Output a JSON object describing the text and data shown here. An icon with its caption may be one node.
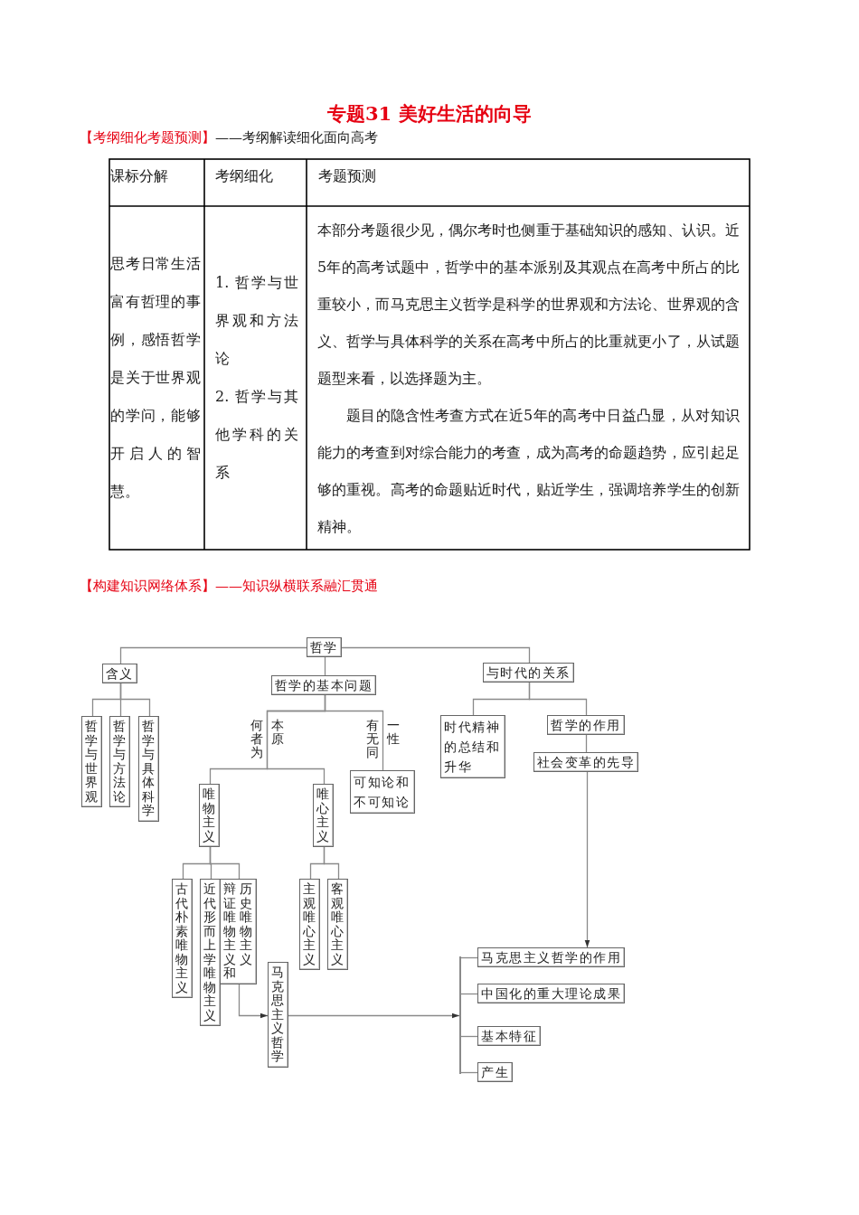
{
  "diagram": {
    "title": "专题31 美好生活的向导",
    "nodes": [
      {
        "text": [
          "哲学"
        ]
      },
      {
        "text": [
          "含义"
        ]
      },
      {
        "text": [
          "哲学的基本问题"
        ]
      },
      {
        "text": [
          "与时代的关系"
        ]
      },
      {
        "text": [
          "哲学与世界观"
        ]
      },
      {
        "text": [
          "哲学与方法论"
        ]
      },
      {
        "text": [
          "哲学与具体科学"
        ]
      },
      {
        "text": [
          "时代精神的总结和升华"
        ]
      },
      {
        "text": [
          "哲学的作用"
        ]
      },
      {
        "text": [
          "唯物主义"
        ]
      },
      {
        "text": [
          "唯心主义"
        ]
      },
      {
        "text": [
          "可知论和不可知论"
        ]
      },
      {
        "text": [
          "社会变革的先导"
        ]
      },
      {
        "text": [
          "古代朴素唯物主义"
        ]
      },
      {
        "text": [
          "近代形而上学唯物主义"
        ]
      },
      {
        "text": [
          "辩证唯物主义和历史唯物主义"
        ]
      },
      {
        "text": [
          "主观唯心主义"
        ]
      },
      {
        "text": [
          "客观唯心主义"
        ]
      },
      {
        "text": [
          "马克思主义哲学"
        ]
      },
      {
        "text": [],
        "shape": "bar"
      },
      {
        "text": [
          "马克思主义哲学的作用"
        ]
      },
      {
        "text": [
          "中国化的重大理论成果"
        ]
      },
      {
        "text": [
          "基本特征"
        ]
      },
      {
        "text": [
          "产生"
        ]
      }
    ],
    "edges": [
      {
        "from": 0,
        "to": 1,
        "arrow": "none"
      },
      {
        "from": 0,
        "to": 2,
        "arrow": "none"
      },
      {
        "from": 0,
        "to": 3,
        "arrow": "none"
      },
      {
        "from": 1,
        "to": 4,
        "arrow": "none"
      },
      {
        "from": 1,
        "to": 5,
        "arrow": "none"
      },
      {
        "from": 1,
        "to": 6,
        "arrow": "none"
      },
      {
        "from": 2,
        "to": 9,
        "label": "何者为本原",
        "arrow": "none"
      },
      {
        "from": 2,
        "to": 10,
        "arrow": "none"
      },
      {
        "from": 2,
        "to": 11,
        "label": "有无同一性",
        "arrow": "none"
      },
      {
        "from": 3,
        "to": 7,
        "arrow": "none"
      },
      {
        "from": 3,
        "to": 8,
        "arrow": "none"
      },
      {
        "from": 8,
        "to": 12,
        "arrow": "none"
      },
      {
        "from": 9,
        "to": 13,
        "arrow": "none"
      },
      {
        "from": 9,
        "to": 14,
        "arrow": "none"
      },
      {
        "from": 9,
        "to": 15,
        "arrow": "none"
      },
      {
        "from": 10,
        "to": 16,
        "arrow": "none"
      },
      {
        "from": 10,
        "to": 17,
        "arrow": "none"
      },
      {
        "from": 15,
        "to": 18,
        "arrow": "to"
      },
      {
        "from": 12,
        "to": 20,
        "arrow": "to"
      },
      {
        "from": 18,
        "to": 19,
        "arrow": "to"
      },
      {
        "from": 19,
        "to": 20,
        "arrow": "none"
      },
      {
        "from": 19,
        "to": 21,
        "arrow": "none"
      },
      {
        "from": 19,
        "to": 22,
        "arrow": "none"
      },
      {
        "from": 19,
        "to": 23,
        "arrow": "none"
      }
    ],
    "labels": [
      "【考纲细化考题预测】",
      "——考纲解读细化面向高考",
      "课标分解",
      "考纲细化",
      "考题预测",
      "思考日常生活富有哲理的事例，感悟哲学是关于世界观的学问，能够开启人的智慧。",
      "1. 哲学与世界观和方法论",
      "2. 哲学与其他学科的关系",
      "本部分考题很少见，偶尔考时也侧重于基础知识的感知、认识。近5年的高考试题中，哲学中的基本派别及其观点在高考中所占的比重较小，而马克思主义哲学是科学的世界观和方法论、世界观的含义、哲学与具体科学的关系在高考中所占的比重就更小了，从试题题型来看，以选择题为主。",
      "题目的隐含性考查方式在近5年的高考中日益凸显，从对知识能力的考查到对综合能力的考查，成为高考的命题趋势，应引起足够的重视。高考的命题贴近时代，贴近学生，强调培养学生的创新精神。",
      "【构建知识网络体系】——知识纵横联系融汇贯通"
    ]
  }
}
